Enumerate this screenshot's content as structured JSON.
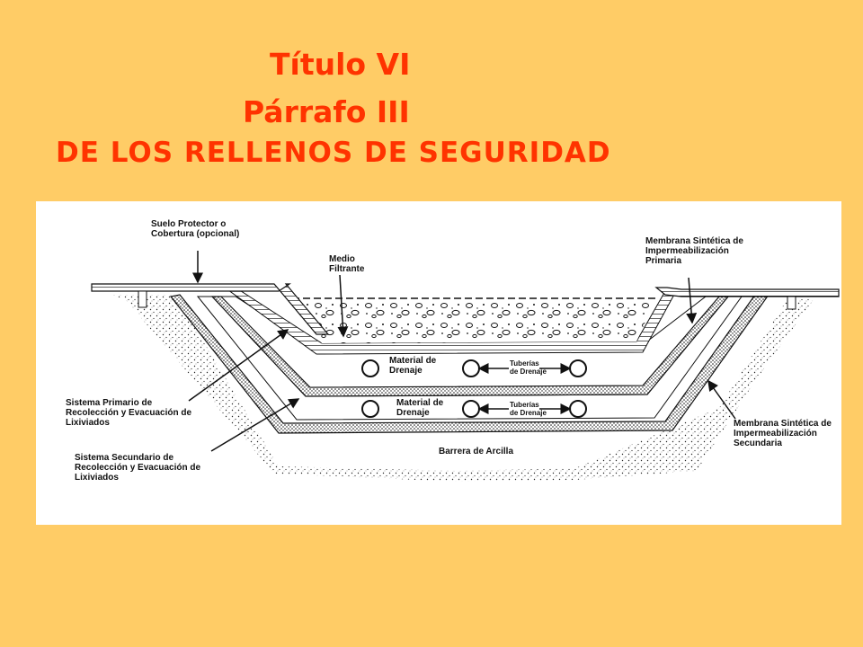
{
  "slide": {
    "title_line1": "Título VI",
    "title_line2": "Párrafo III",
    "title_line3": "DE LOS RELLENOS DE SEGURIDAD",
    "colors": {
      "background": "#FFCC66",
      "title": "#FF3300",
      "figure_bg": "#FFFFFF"
    }
  },
  "diagram": {
    "labels": {
      "suelo_protector_1": "Suelo Protector o",
      "suelo_protector_2": "Cobertura (opcional)",
      "medio_filtrante_1": "Medio",
      "medio_filtrante_2": "Filtrante",
      "membrana_primaria_1": "Membrana Sintética de",
      "membrana_primaria_2": "Impermeabilización",
      "membrana_primaria_3": "Primaria",
      "material_drenaje_top_1": "Material de",
      "material_drenaje_top_2": "Drenaje",
      "tuberias_top_1": "Tuberías",
      "tuberias_top_2": "de Drenaje",
      "material_drenaje_bot_1": "Material de",
      "material_drenaje_bot_2": "Drenaje",
      "tuberias_bot_1": "Tuberías",
      "tuberias_bot_2": "de Drenaje",
      "sistema_primario_1": "Sistema Primario de",
      "sistema_primario_2": "Recolección y Evacuación de",
      "sistema_primario_3": "Lixiviados",
      "sistema_secundario_1": "Sistema Secundario de",
      "sistema_secundario_2": "Recolección y Evacuación de",
      "sistema_secundario_3": "Lixiviados",
      "membrana_secundaria_1": "Membrana Sintética de",
      "membrana_secundaria_2": "Impermeabilización",
      "membrana_secundaria_3": "Secundaria",
      "barrera_arcilla": "Barrera de Arcilla"
    }
  }
}
